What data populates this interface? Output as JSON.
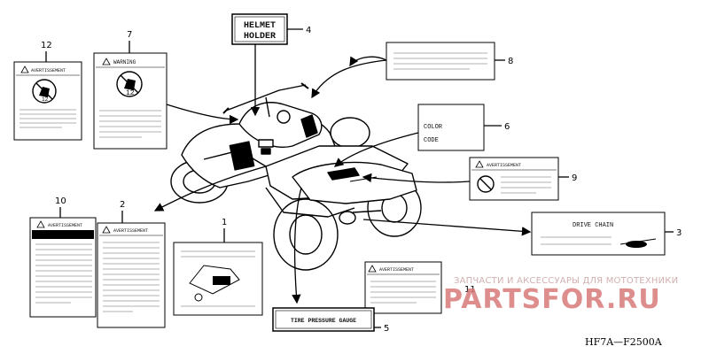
{
  "labels": {
    "helmet_holder": {
      "line1": "HELMET",
      "line2": "HOLDER"
    },
    "color_code": {
      "line1": "COLOR",
      "line2": "CODE"
    },
    "drive_chain": "DRIVE CHAIN",
    "tire_pressure": "TIRE PRESSURE GAUGE",
    "avertissement": "AVERTISSEMENT",
    "warning": "WARNING",
    "age": "12"
  },
  "callouts": [
    "12",
    "7",
    "4",
    "8",
    "6",
    "9",
    "10",
    "2",
    "1",
    "3",
    "11",
    "5"
  ],
  "diagram_code": "HF7A—F2500A",
  "watermark": {
    "tagline": "ЗАПЧАСТИ И АКСЕССУАРЫ ДЛЯ МОТОТЕХНИКИ",
    "logo": "PARTSFOR.RU"
  },
  "colors": {
    "ink": "#111111",
    "watermark": "#d97a7a"
  }
}
